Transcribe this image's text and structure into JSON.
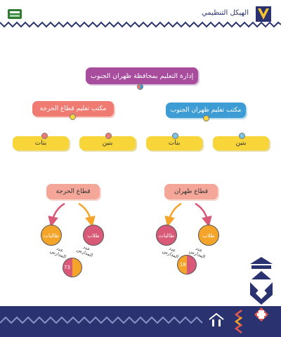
{
  "header": {
    "title": "الهيكل التنظيمي"
  },
  "root": {
    "label": "إدارة التعليم بمحافظة ظهران الجنوب"
  },
  "offices": [
    {
      "label": "مكتب تعليم قطاع الحرجة",
      "color": "#ef7b73"
    },
    {
      "label": "مكتب تعليم ظهران الجنوب",
      "color": "#3d9cd4"
    }
  ],
  "leaves": [
    "بنات",
    "بنين",
    "بنات",
    "بنين"
  ],
  "sectors": [
    {
      "label": "قطاع الحرجة",
      "girls": "طالبات",
      "boys": "طلاب",
      "count_label_a": "عدد",
      "count_label_b": "المدارس",
      "count_label_c": "عدد",
      "count_label_d": "المدارس",
      "pie_value": "73"
    },
    {
      "label": "قطاع ظهران",
      "girls": "طالبات",
      "boys": "طلاب",
      "count_label_a": "عدد",
      "count_label_b": "المدارس",
      "count_label_c": "عدد",
      "count_label_d": "المدارس",
      "pie_value": "18"
    }
  ],
  "colors": {
    "navy": "#2a3270",
    "purple": "#a84d9e",
    "coral": "#ef7b73",
    "blue": "#3d9cd4",
    "yellow": "#f8d539",
    "orange": "#f5a42a",
    "pink": "#d95a78"
  }
}
